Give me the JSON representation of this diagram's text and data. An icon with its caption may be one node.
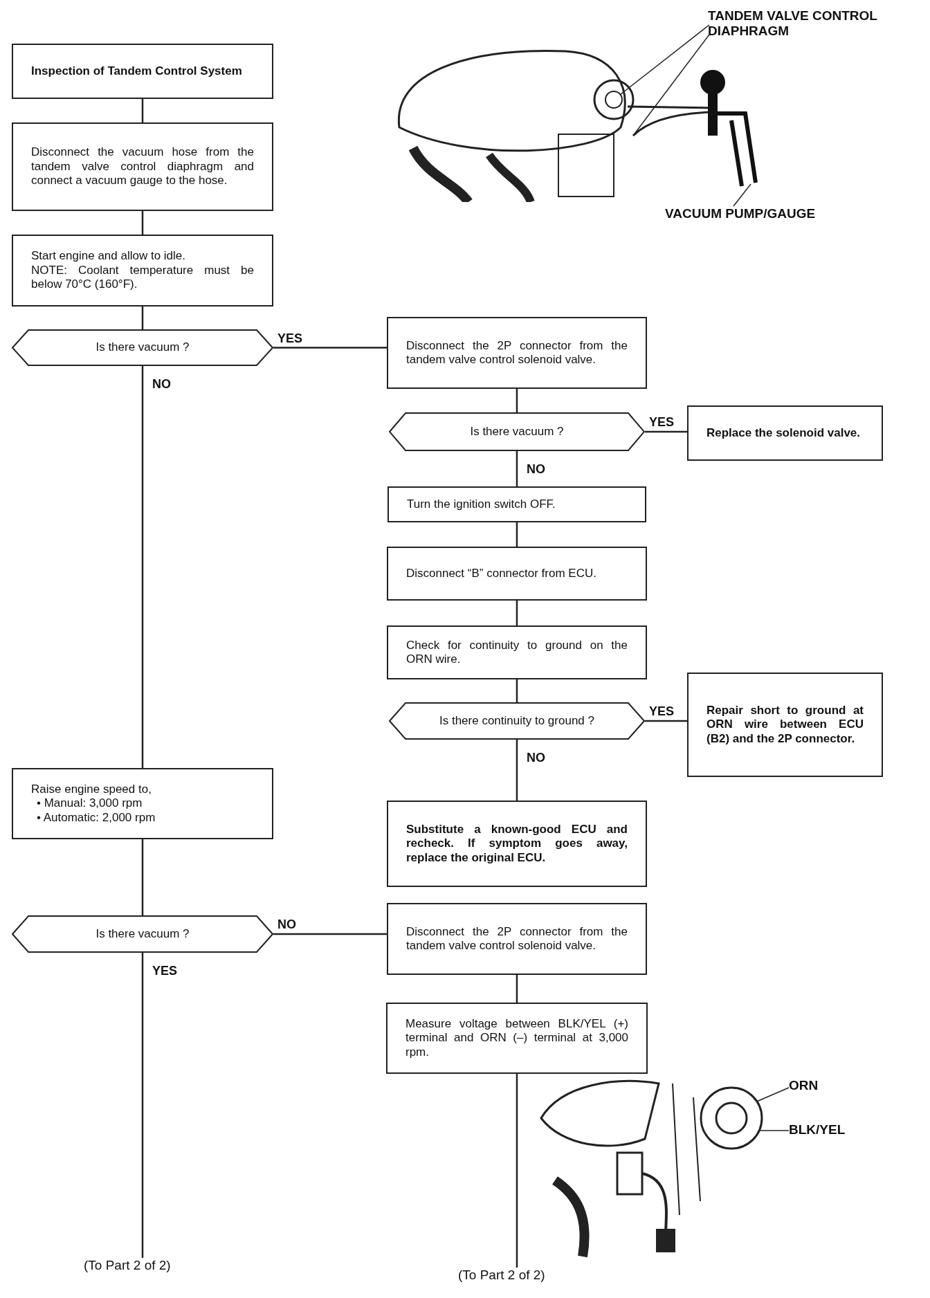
{
  "diagram": {
    "nodes": [
      {
        "text": [
          "Inspection of Tandem Control System"
        ]
      },
      {
        "text": [
          "Disconnect the vacuum hose from the tandem valve control diaphragm and connect a vacuum gauge to the hose."
        ]
      },
      {
        "text": [
          "Start engine and allow to idle.",
          "NOTE: Coolant temperature must be below 70°C (160°F)."
        ]
      },
      {
        "text": [
          "Is there vacuum ?"
        ]
      },
      {
        "text": [
          "Disconnect the 2P connector from the tandem valve control solenoid valve."
        ]
      },
      {
        "text": [
          "Is there vacuum ?"
        ]
      },
      {
        "text": [
          "Replace the solenoid valve."
        ]
      },
      {
        "text": [
          "Turn the ignition switch OFF."
        ]
      },
      {
        "text": [
          "Disconnect “B” connector from ECU."
        ]
      },
      {
        "text": [
          "Check for continuity to ground on the ORN wire."
        ]
      },
      {
        "text": [
          "Is there continuity to ground ?"
        ]
      },
      {
        "text": [
          "Repair short to ground at ORN wire between ECU (B2) and the 2P connector."
        ]
      },
      {
        "text": [
          "Raise engine speed to,",
          "• Manual: 3,000 rpm",
          "• Automatic: 2,000 rpm"
        ]
      },
      {
        "text": [
          "Substitute a known-good ECU and recheck. If symptom goes away, replace the original ECU."
        ]
      },
      {
        "text": [
          "Is there vacuum ?"
        ]
      },
      {
        "text": [
          "Disconnect the 2P connector from the tandem valve control solenoid valve."
        ]
      },
      {
        "text": [
          "Measure voltage between BLK/YEL (+) terminal and ORN (–) terminal at 3,000 rpm."
        ]
      },
      {
        "text": [
          "(To Part 2 of 2)"
        ]
      },
      {
        "text": [
          "(To Part 2 of 2)"
        ]
      },
      {
        "text": [
          "TANDEM VALVE CONTROL DIAPHRAGM"
        ]
      },
      {
        "text": [],
        "shape": "picture"
      },
      {
        "text": [
          "VACUUM PUMP/GAUGE"
        ]
      },
      {
        "text": [
          "ORN"
        ]
      },
      {
        "text": [
          "BLK/YEL"
        ]
      },
      {
        "text": [],
        "shape": "picture"
      }
    ],
    "edges": [
      {
        "from": 0,
        "to": 1,
        "arrow": "none"
      },
      {
        "from": 1,
        "to": 2,
        "arrow": "none"
      },
      {
        "from": 2,
        "to": 3,
        "arrow": "none"
      },
      {
        "from": 3,
        "to": 4,
        "arrow": "none",
        "label": "YES"
      },
      {
        "from": 3,
        "to": 12,
        "arrow": "none",
        "label": "NO"
      },
      {
        "from": 4,
        "to": 5,
        "arrow": "none"
      },
      {
        "from": 5,
        "to": 6,
        "arrow": "none",
        "label": "YES"
      },
      {
        "from": 5,
        "to": 7,
        "arrow": "none",
        "label": "NO"
      },
      {
        "from": 7,
        "to": 8,
        "arrow": "none"
      },
      {
        "from": 8,
        "to": 9,
        "arrow": "none"
      },
      {
        "from": 9,
        "to": 10,
        "arrow": "none"
      },
      {
        "from": 10,
        "to": 11,
        "arrow": "none",
        "label": "YES"
      },
      {
        "from": 10,
        "to": 13,
        "arrow": "none",
        "label": "NO"
      },
      {
        "from": 12,
        "to": 14,
        "arrow": "none"
      },
      {
        "from": 14,
        "to": 15,
        "arrow": "none",
        "label": "NO"
      },
      {
        "from": 14,
        "to": 17,
        "arrow": "none",
        "label": "YES"
      },
      {
        "from": 15,
        "to": 16,
        "arrow": "none"
      },
      {
        "from": 16,
        "to": 18,
        "arrow": "none"
      },
      {
        "from": 19,
        "to": 20,
        "arrow": "none"
      },
      {
        "from": 19,
        "to": 20,
        "arrow": "none"
      },
      {
        "from": 21,
        "to": 20,
        "arrow": "none"
      },
      {
        "from": 22,
        "to": 24,
        "arrow": "none"
      },
      {
        "from": 23,
        "to": 24,
        "arrow": "none"
      }
    ]
  }
}
